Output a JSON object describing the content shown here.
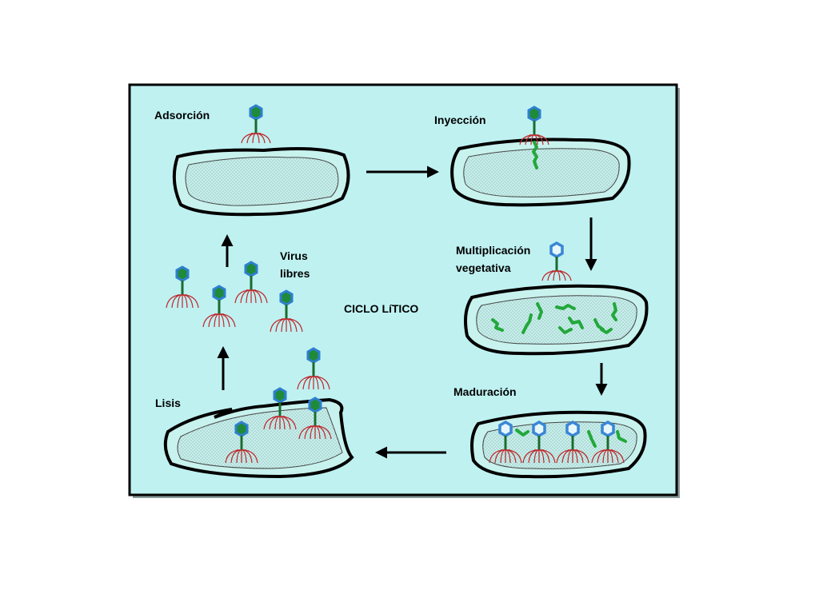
{
  "labels": {
    "adsorcion": "Adsorción",
    "inyeccion": "Inyección",
    "multiplicacion_line1": "Multiplicación",
    "multiplicacion_line2": "vegetativa",
    "virus_line1": "Virus",
    "virus_line2": "libres",
    "ciclo": "CICLO LíTICO",
    "maduracion": "Maduración",
    "lisis": "Lisis"
  },
  "colors": {
    "panel_bg": "#bff1f1",
    "cell_fill": "#c5eeec",
    "cell_outline": "#000000",
    "capsid_mature": "#1f8a3a",
    "capsid_border": "#2e7fd0",
    "capsid_empty": "#3a86d6",
    "tail": "#1a6b2e",
    "fibers": "#c0262a",
    "dna": "#22a83a",
    "arrow": "#000000"
  },
  "icons": [
    "bacteriophage-icon",
    "bacterium-cell-icon",
    "viral-dna-icon",
    "arrow-icon"
  ]
}
